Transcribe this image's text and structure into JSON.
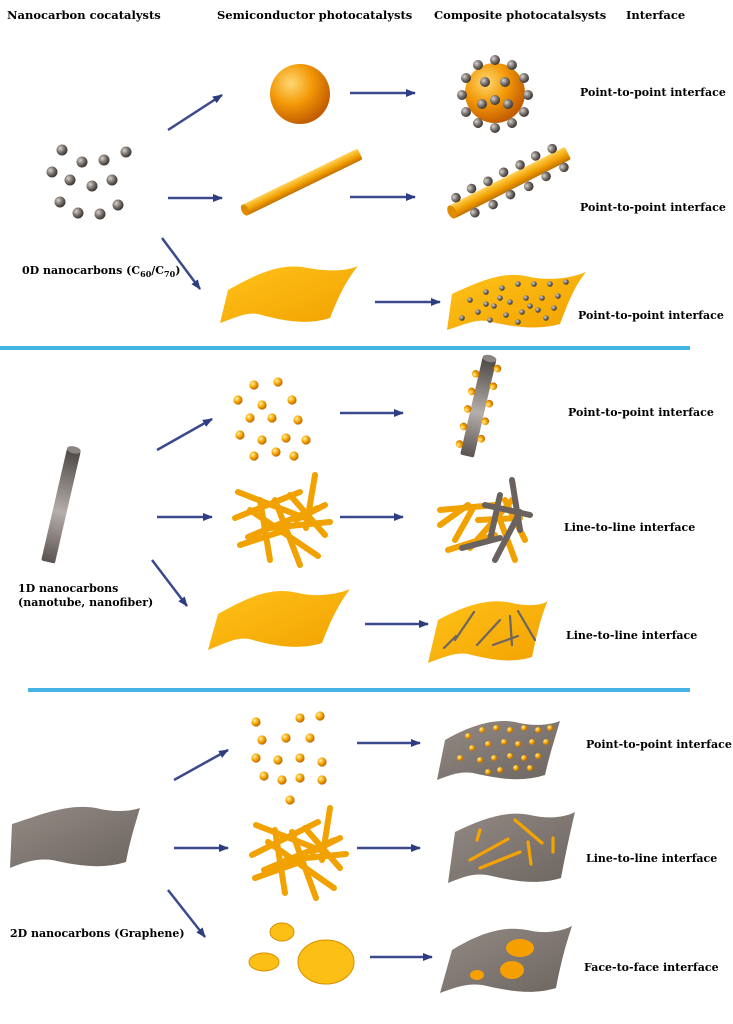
{
  "headers": {
    "cocatalysts": "Nanocarbon cocatalysts",
    "semiconductor": "Semiconductor photocatalysts",
    "composite": "Composite photocatalsysts",
    "interface": "Interface"
  },
  "sections": {
    "zero_d": {
      "label_prefix": "0D nanocarbons (C",
      "sub1": "60",
      "mid": "/C",
      "sub2": "70",
      "suffix": ")",
      "interfaces": [
        "Point-to-point interface",
        "Point-to-point interface",
        "Point-to-point interface"
      ]
    },
    "one_d": {
      "label_line1": "1D nanocarbons",
      "label_line2": "(nanotube, nanofiber)",
      "interfaces": [
        "Point-to-point interface",
        "Line-to-line interface",
        "Line-to-line interface"
      ]
    },
    "two_d": {
      "label": "2D nanocarbons (Graphene)",
      "interfaces": [
        "Point-to-point interface",
        "Line-to-line interface",
        "Face-to-face interface"
      ]
    }
  },
  "colors": {
    "divider": "#45b3e3",
    "arrow": "#3a4a8c",
    "orange": "#f5a000",
    "gray_carbon": "#7d756f"
  }
}
